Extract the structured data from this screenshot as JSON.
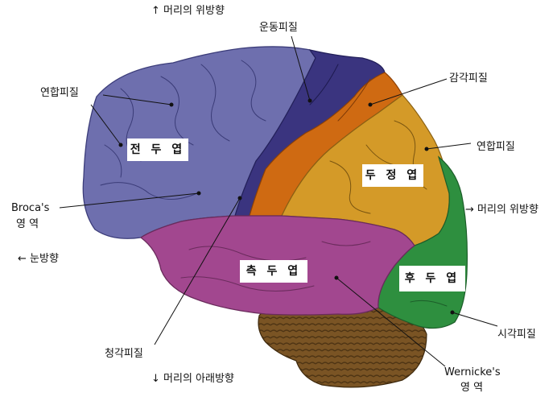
{
  "directions": {
    "up": "↑ 머리의 위방향",
    "right": "→ 머리의 위방향",
    "front": "← 눈방향",
    "down": "↓ 머리의 아래방향"
  },
  "lobes": {
    "frontal": "전 두 엽",
    "parietal": "두 정 엽",
    "temporal": "측 두 엽",
    "occipital": "후 두 엽"
  },
  "regions": {
    "motor_cortex": "운동피질",
    "sensory_cortex": "감각피질",
    "association_left": "연합피질",
    "association_right": "연합피질",
    "broca_line1": "Broca's",
    "broca_line2": "영 역",
    "auditory_cortex": "청각피질",
    "wernicke_line1": "Wernicke's",
    "wernicke_line2": "영 역",
    "visual_cortex": "시각피질"
  },
  "colors": {
    "frontal": "#6e6fae",
    "motor": "#3a347f",
    "sensory": "#cf6a12",
    "parietal": "#d49a28",
    "temporal": "#a2478f",
    "occipital": "#2e8f3f",
    "cerebellum": "#7a5424"
  }
}
